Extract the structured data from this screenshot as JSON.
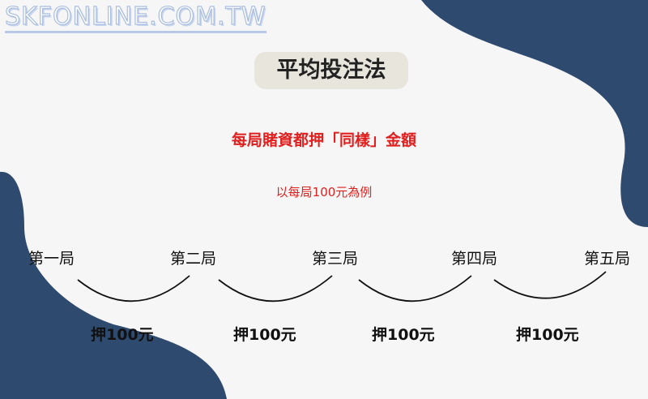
{
  "watermark": "SKFONLINE.COM.TW",
  "title": "平均投注法",
  "rule": "每局賭資都押「同樣」金額",
  "example": "以每局100元為例",
  "rounds": [
    "第一局",
    "第二局",
    "第三局",
    "第四局",
    "第五局"
  ],
  "bets": [
    "押100元",
    "押100元",
    "押100元",
    "押100元"
  ],
  "colors": {
    "shape": "#2e4a6e",
    "accent": "#e0201e"
  }
}
